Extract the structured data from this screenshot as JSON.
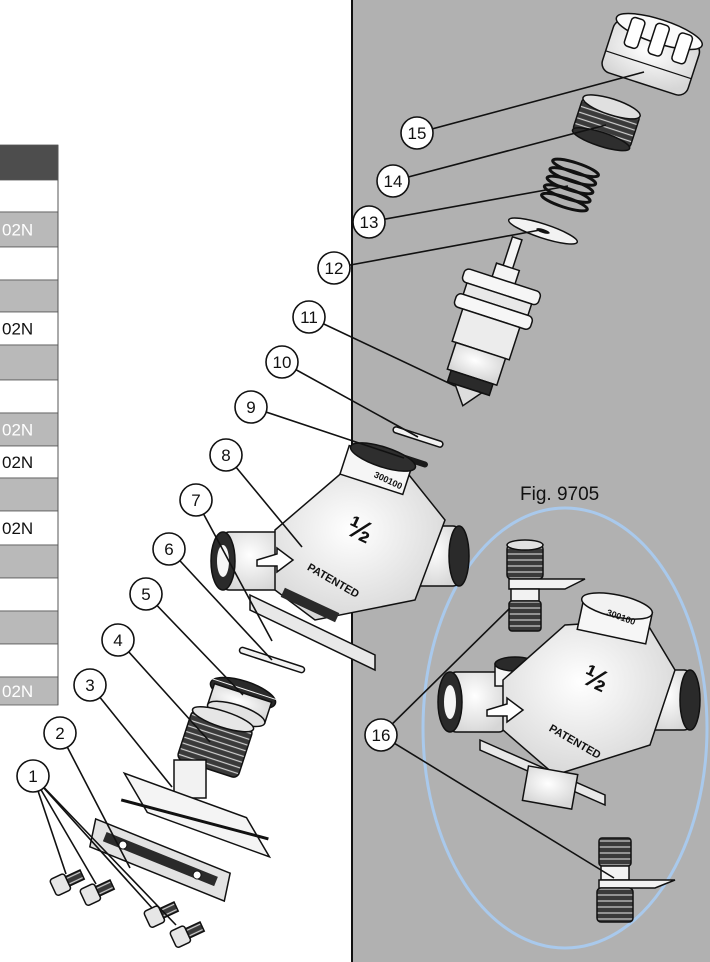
{
  "figure_label": "Fig. 9705",
  "table": {
    "rows": [
      {
        "shade": "dark",
        "text": ""
      },
      {
        "shade": "white",
        "text": ""
      },
      {
        "shade": "gray",
        "text": "02N"
      },
      {
        "shade": "white",
        "text": ""
      },
      {
        "shade": "gray",
        "text": ""
      },
      {
        "shade": "white",
        "text": "02N"
      },
      {
        "shade": "gray",
        "text": ""
      },
      {
        "shade": "white",
        "text": ""
      },
      {
        "shade": "gray",
        "text": "02N"
      },
      {
        "shade": "white",
        "text": "02N"
      },
      {
        "shade": "gray",
        "text": ""
      },
      {
        "shade": "white",
        "text": "02N"
      },
      {
        "shade": "gray",
        "text": ""
      },
      {
        "shade": "white",
        "text": ""
      },
      {
        "shade": "gray",
        "text": ""
      },
      {
        "shade": "white",
        "text": ""
      },
      {
        "shade": "gray",
        "text": "02N"
      }
    ]
  },
  "callouts": [
    "1",
    "2",
    "3",
    "4",
    "5",
    "6",
    "7",
    "8",
    "9",
    "10",
    "11",
    "12",
    "13",
    "14",
    "15",
    "16"
  ],
  "body_markings": {
    "size": "½",
    "patented": "PATENTED",
    "code": "300100"
  },
  "colors": {
    "panel": "#b1b1b1",
    "oval": "#a9c9ec",
    "part_dark": "#2a2a2a",
    "part_light": "#f2f2f2",
    "table_dark": "#4d4d4d",
    "table_gray": "#b9b9b9"
  }
}
